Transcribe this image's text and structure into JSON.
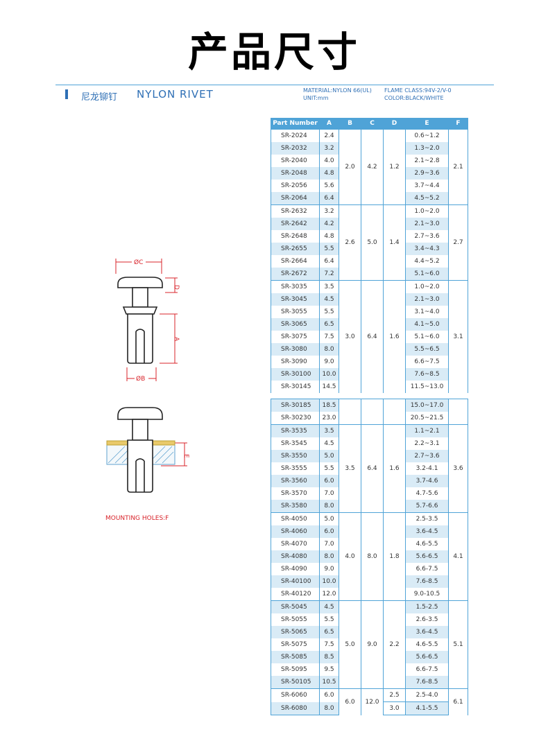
{
  "title": "产品尺寸",
  "product": {
    "name_cn": "尼龙铆钉",
    "name_en": "NYLON RIVET"
  },
  "specs": {
    "material": "MATERIAL:NYLON 66(UL)",
    "flame": "FLAME CLASS:94V-2/V-0",
    "unit": "UNIT:mm",
    "color": "COLOR:BLACK/WHITE"
  },
  "diagram": {
    "labels": {
      "c": "ØC",
      "d": "D",
      "a": "A",
      "b": "ØB",
      "e": "E"
    },
    "mounting_label": "MOUNTING HOLES:F"
  },
  "table": {
    "headers": [
      "Part Number",
      "A",
      "B",
      "C",
      "D",
      "E",
      "F"
    ],
    "groups": [
      {
        "B": "2.0",
        "C": "4.2",
        "D": "1.2",
        "F": "2.1",
        "rows": [
          [
            "SR-2024",
            "2.4",
            "0.6~1.2"
          ],
          [
            "SR-2032",
            "3.2",
            "1.3~2.0"
          ],
          [
            "SR-2040",
            "4.0",
            "2.1~2.8"
          ],
          [
            "SR-2048",
            "4.8",
            "2.9~3.6"
          ],
          [
            "SR-2056",
            "5.6",
            "3.7~4.4"
          ],
          [
            "SR-2064",
            "6.4",
            "4.5~5.2"
          ]
        ]
      },
      {
        "B": "2.6",
        "C": "5.0",
        "D": "1.4",
        "F": "2.7",
        "rows": [
          [
            "SR-2632",
            "3.2",
            "1.0~2.0"
          ],
          [
            "SR-2642",
            "4.2",
            "2.1~3.0"
          ],
          [
            "SR-2648",
            "4.8",
            "2.7~3.6"
          ],
          [
            "SR-2655",
            "5.5",
            "3.4~4.3"
          ],
          [
            "SR-2664",
            "6.4",
            "4.4~5.2"
          ],
          [
            "SR-2672",
            "7.2",
            "5.1~6.0"
          ]
        ]
      },
      {
        "B": "3.0",
        "C": "6.4",
        "D": "1.6",
        "F": "3.1",
        "rows": [
          [
            "SR-3035",
            "3.5",
            "1.0~2.0"
          ],
          [
            "SR-3045",
            "4.5",
            "2.1~3.0"
          ],
          [
            "SR-3055",
            "5.5",
            "3.1~4.0"
          ],
          [
            "SR-3065",
            "6.5",
            "4.1~5.0"
          ],
          [
            "SR-3075",
            "7.5",
            "5.1~6.0"
          ],
          [
            "SR-3080",
            "8.0",
            "5.5~6.5"
          ],
          [
            "SR-3090",
            "9.0",
            "6.6~7.5"
          ],
          [
            "SR-30100",
            "10.0",
            "7.6~8.5"
          ],
          [
            "SR-30145",
            "14.5",
            "11.5~13.0"
          ]
        ]
      },
      {
        "B": "",
        "C": "",
        "D": "",
        "F": "",
        "gap": true,
        "rows": [
          [
            "SR-30185",
            "18.5",
            "15.0~17.0"
          ],
          [
            "SR-30230",
            "23.0",
            "20.5~21.5"
          ]
        ]
      },
      {
        "B": "3.5",
        "C": "6.4",
        "D": "1.6",
        "F": "3.6",
        "rows": [
          [
            "SR-3535",
            "3.5",
            "1.1~2.1"
          ],
          [
            "SR-3545",
            "4.5",
            "2.2~3.1"
          ],
          [
            "SR-3550",
            "5.0",
            "2.7~3.6"
          ],
          [
            "SR-3555",
            "5.5",
            "3.2-4.1"
          ],
          [
            "SR-3560",
            "6.0",
            "3.7-4.6"
          ],
          [
            "SR-3570",
            "7.0",
            "4.7-5.6"
          ],
          [
            "SR-3580",
            "8.0",
            "5.7-6.6"
          ]
        ]
      },
      {
        "B": "4.0",
        "C": "8.0",
        "D": "1.8",
        "F": "4.1",
        "rows": [
          [
            "SR-4050",
            "5.0",
            "2.5-3.5"
          ],
          [
            "SR-4060",
            "6.0",
            "3.6-4.5"
          ],
          [
            "SR-4070",
            "7.0",
            "4.6-5.5"
          ],
          [
            "SR-4080",
            "8.0",
            "5.6-6.5"
          ],
          [
            "SR-4090",
            "9.0",
            "6.6-7.5"
          ],
          [
            "SR-40100",
            "10.0",
            "7.6-8.5"
          ],
          [
            "SR-40120",
            "12.0",
            "9.0-10.5"
          ]
        ]
      },
      {
        "B": "5.0",
        "C": "9.0",
        "D": "2.2",
        "F": "5.1",
        "rows": [
          [
            "SR-5045",
            "4.5",
            "1.5-2.5"
          ],
          [
            "SR-5055",
            "5.5",
            "2.6-3.5"
          ],
          [
            "SR-5065",
            "6.5",
            "3.6-4.5"
          ],
          [
            "SR-5075",
            "7.5",
            "4.6-5.5"
          ],
          [
            "SR-5085",
            "8.5",
            "5.6-6.5"
          ],
          [
            "SR-5095",
            "9.5",
            "6.6-7.5"
          ],
          [
            "SR-50105",
            "10.5",
            "7.6-8.5"
          ]
        ]
      },
      {
        "B": "6.0",
        "C": "12.0",
        "D": "",
        "F": "6.1",
        "split_d": [
          "2.5",
          "3.0"
        ],
        "rows": [
          [
            "SR-6060",
            "6.0",
            "2.5-4.0"
          ],
          [
            "SR-6080",
            "8.0",
            "4.1-5.5"
          ]
        ]
      }
    ]
  }
}
